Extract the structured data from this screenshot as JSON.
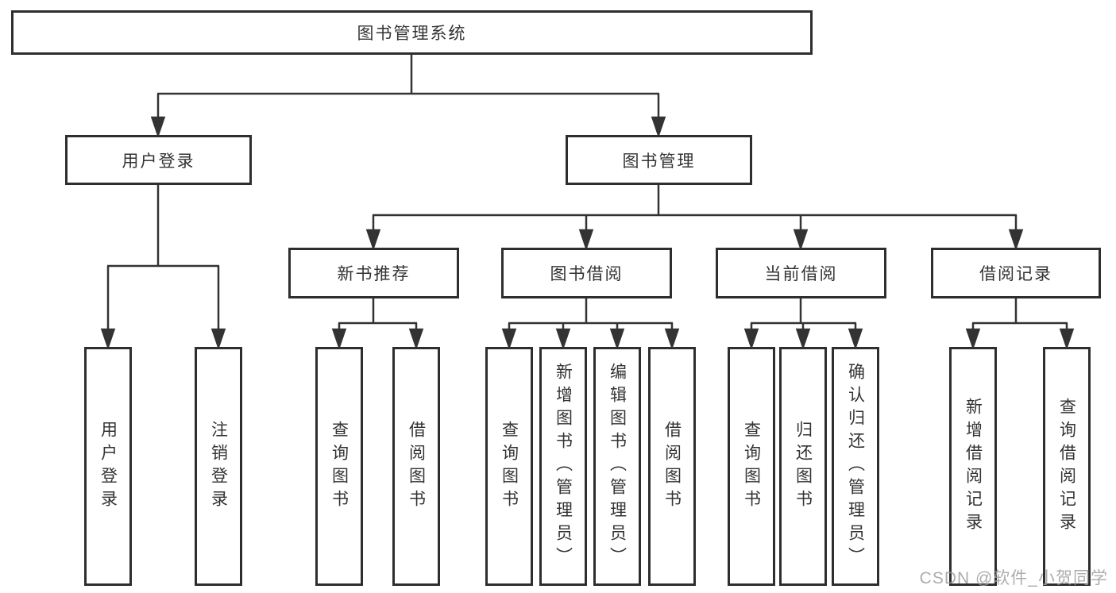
{
  "tree": {
    "label": "图书管理系统",
    "children": [
      {
        "label": "用户登录",
        "children": [
          {
            "label": "用户登录"
          },
          {
            "label": "注销登录"
          }
        ]
      },
      {
        "label": "图书管理",
        "children": [
          {
            "label": "新书推荐",
            "children": [
              {
                "label": "查询图书"
              },
              {
                "label": "借阅图书"
              }
            ]
          },
          {
            "label": "图书借阅",
            "children": [
              {
                "label": "查询图书"
              },
              {
                "label": "新增图书（管理员）"
              },
              {
                "label": "编辑图书（管理员）"
              },
              {
                "label": "借阅图书"
              }
            ]
          },
          {
            "label": "当前借阅",
            "children": [
              {
                "label": "查询图书"
              },
              {
                "label": "归还图书"
              },
              {
                "label": "确认归还（管理员）"
              }
            ]
          },
          {
            "label": "借阅记录",
            "children": [
              {
                "label": "新增借阅记录"
              },
              {
                "label": "查询借阅记录"
              }
            ]
          }
        ]
      }
    ]
  },
  "watermark": {
    "text": "CSDN @软件_小贺同学",
    "color": "#9e9e9e"
  },
  "colors": {
    "line": "#333333",
    "box_border": "#2e2e2e",
    "box_fill": "#ffffff",
    "text": "#333333",
    "background": "#ffffff"
  }
}
